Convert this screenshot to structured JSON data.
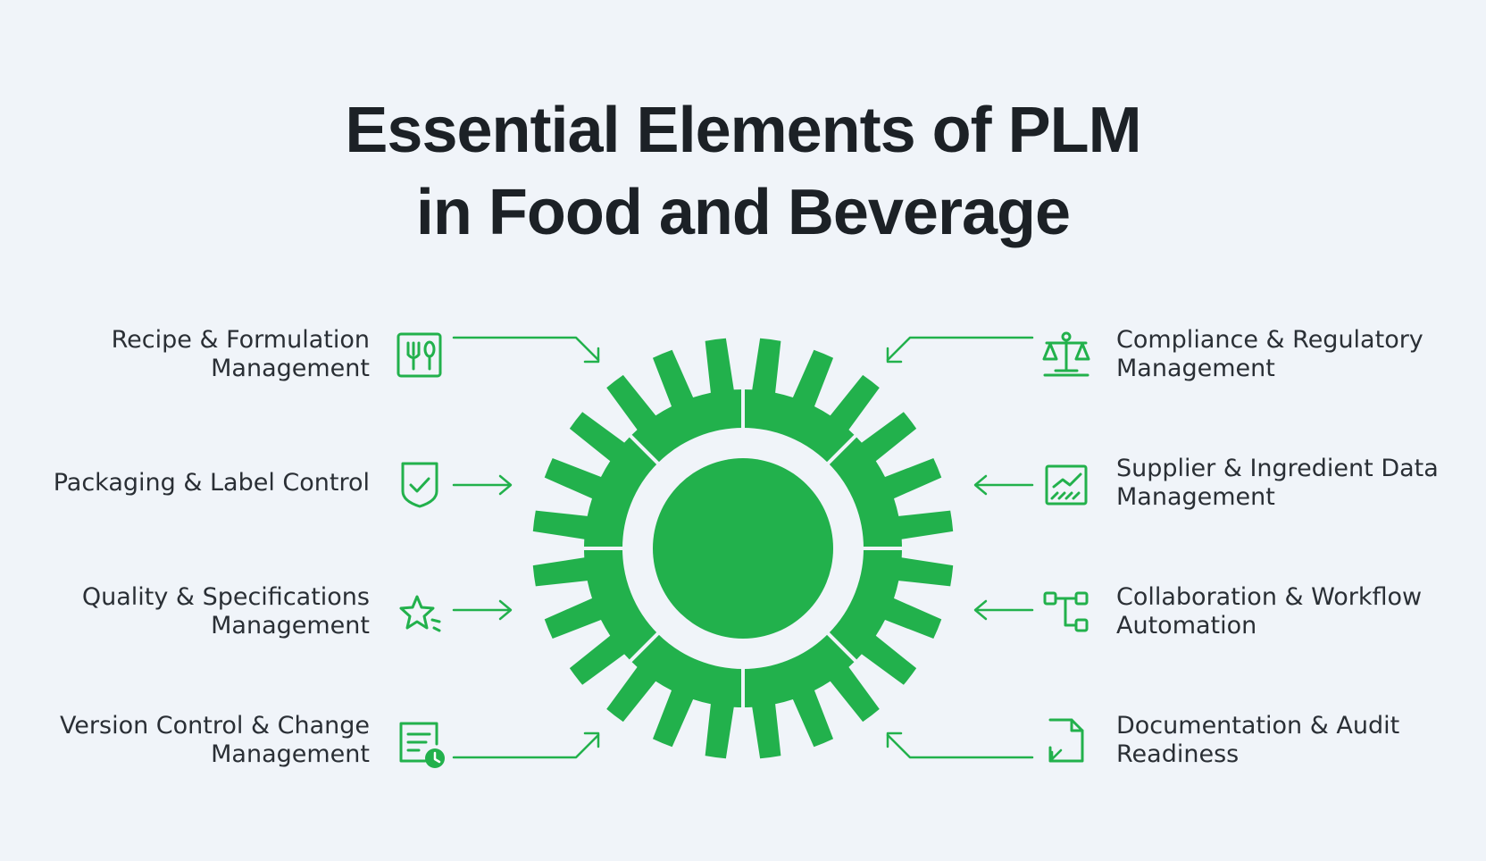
{
  "title": {
    "line1": "Essential Elements of PLM",
    "line2": "in Food and Beverage"
  },
  "colors": {
    "accent": "#22b14c",
    "background": "#f0f4f9",
    "text": "#1c2126"
  },
  "items": [
    {
      "line1": "Recipe & Formulation",
      "line2": "Management",
      "icon": "fork-spoon-icon"
    },
    {
      "line1": "Packaging & Label Control",
      "line2": "",
      "icon": "shield-check-icon"
    },
    {
      "line1": "Quality & Specifications",
      "line2": "Management",
      "icon": "star-icon"
    },
    {
      "line1": "Version Control & Change",
      "line2": "Management",
      "icon": "document-clock-icon"
    },
    {
      "line1": "Compliance & Regulatory",
      "line2": "Management",
      "icon": "scales-icon"
    },
    {
      "line1": "Supplier & Ingredient Data",
      "line2": "Management",
      "icon": "chart-icon"
    },
    {
      "line1": "Collaboration & Workflow",
      "line2": "Automation",
      "icon": "workflow-icon"
    },
    {
      "line1": "Documentation & Audit",
      "line2": "Readiness",
      "icon": "file-arrow-icon"
    }
  ]
}
